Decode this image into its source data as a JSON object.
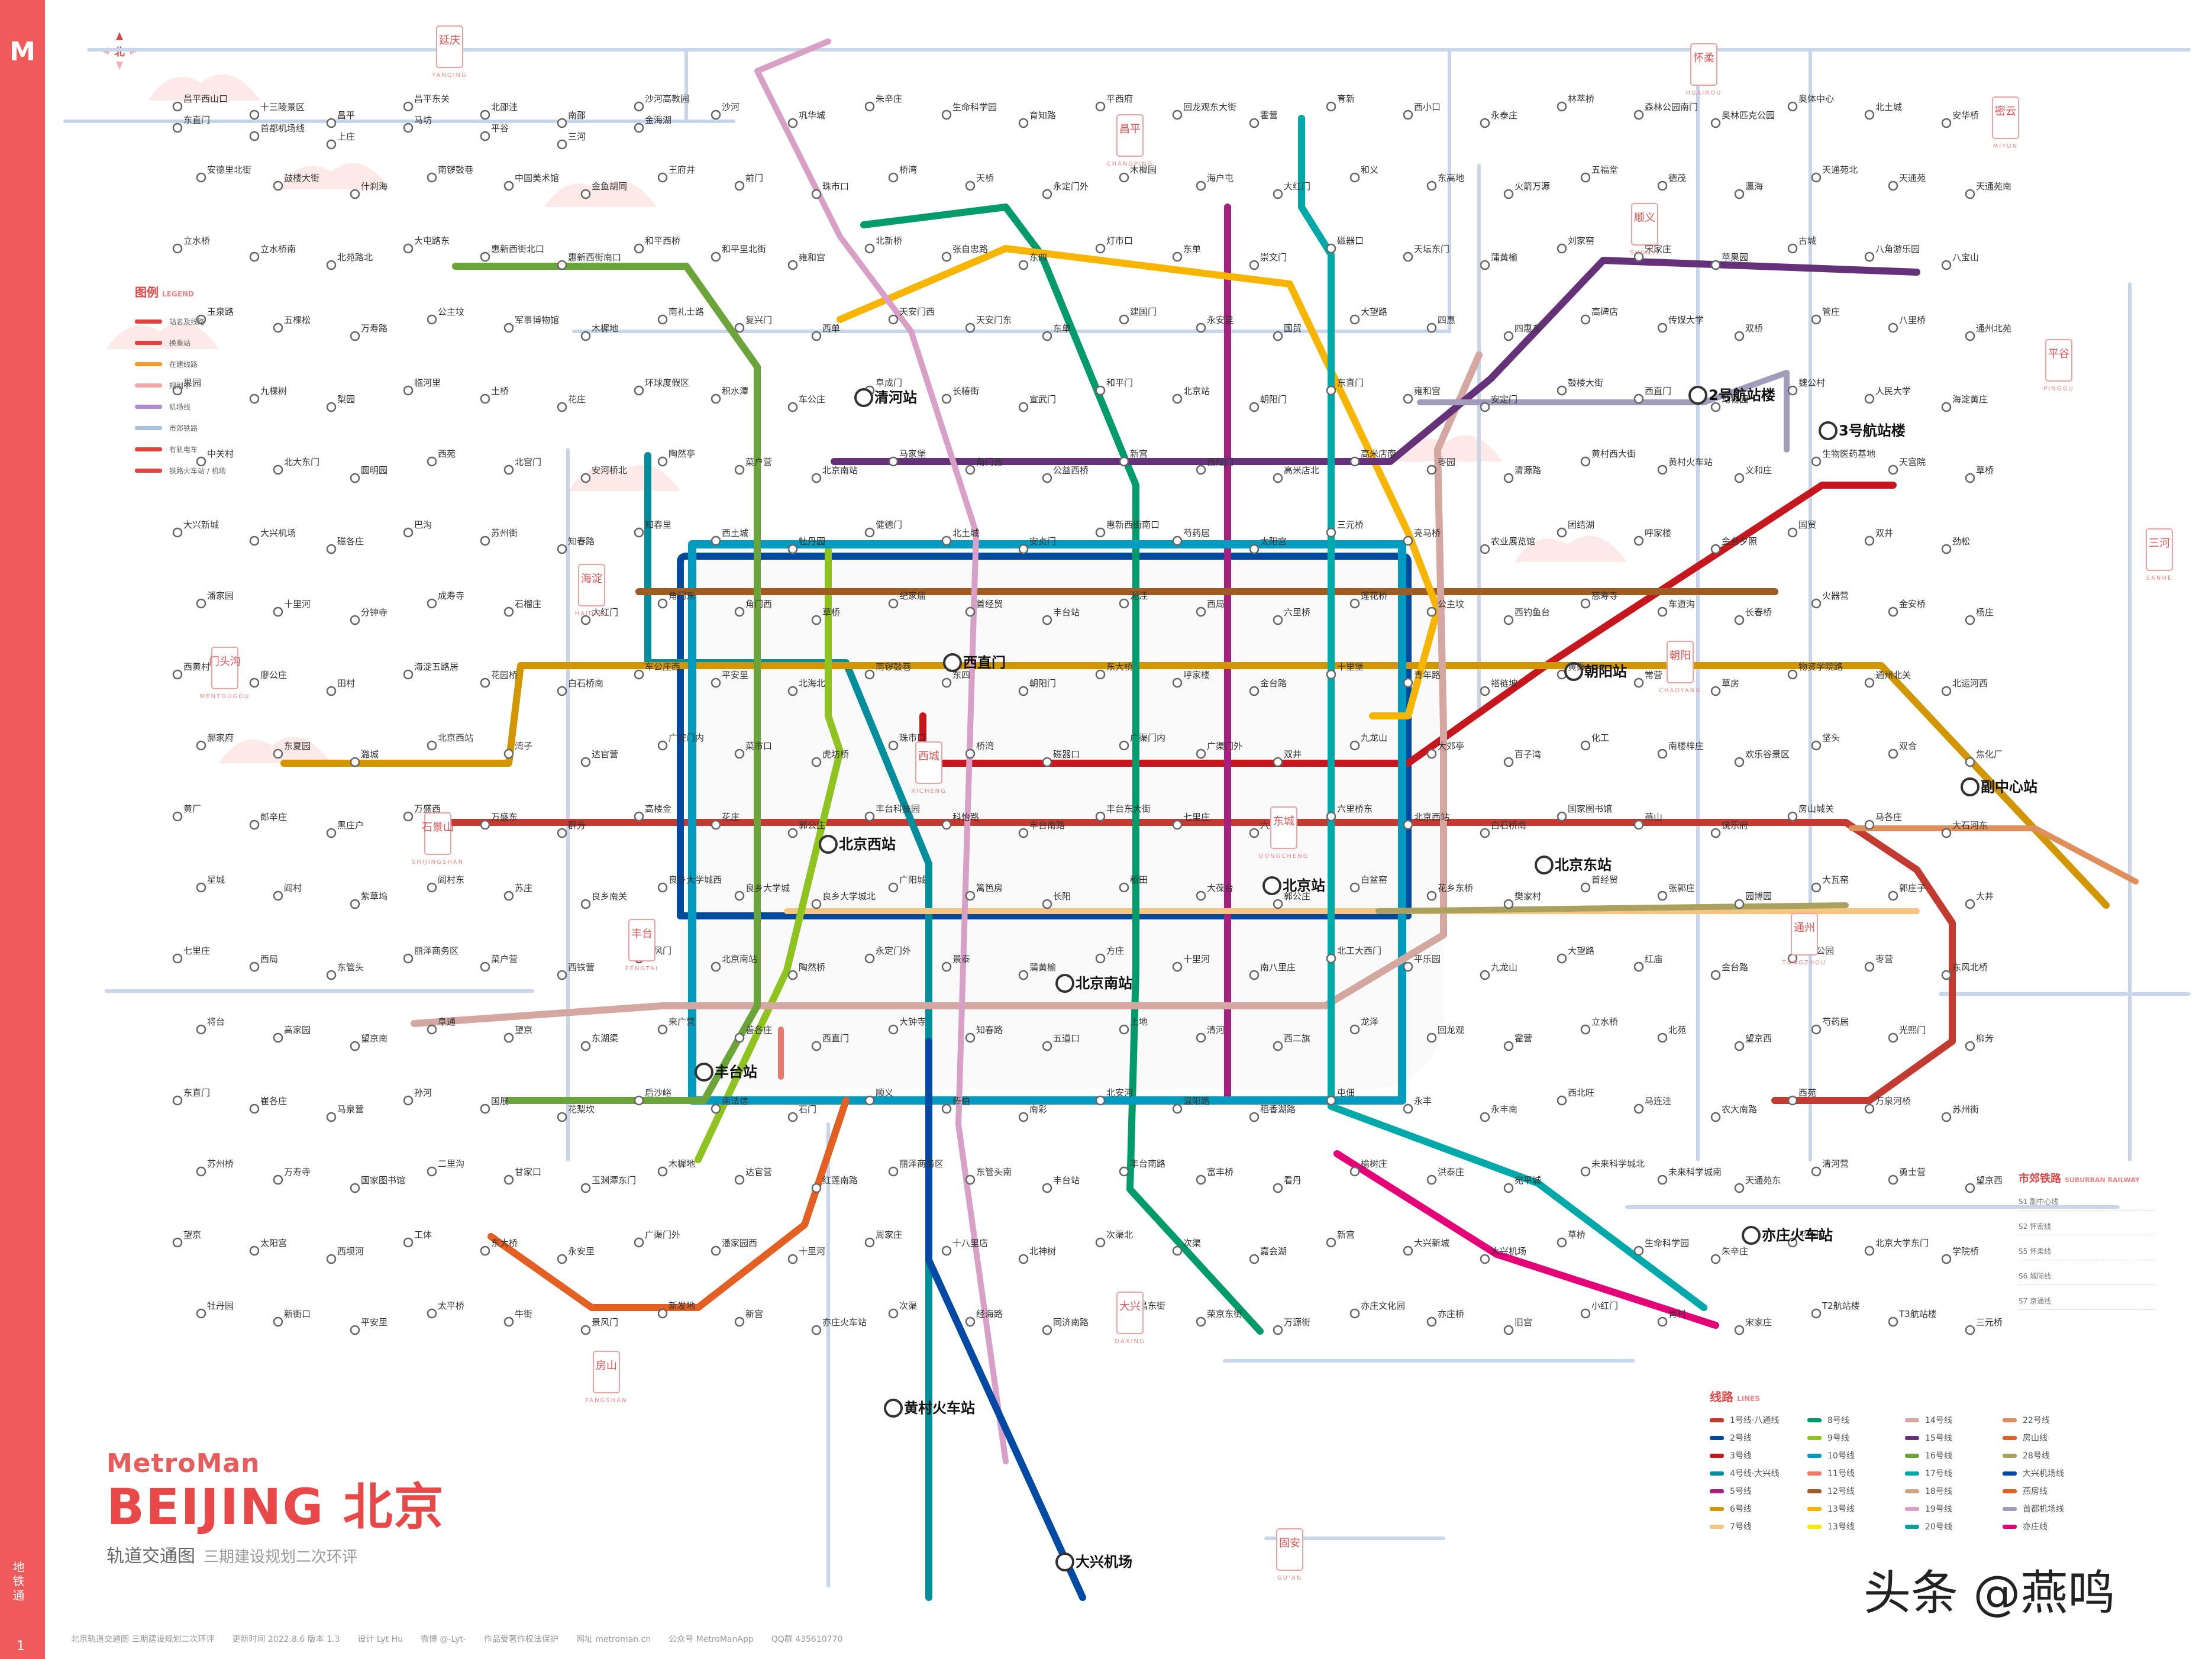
{
  "sidebar": {
    "logo": "M",
    "app_label": "地铁通",
    "page_number": "1"
  },
  "compass": {
    "label": "北"
  },
  "title": {
    "brand": "MetroMan",
    "city": "BEIJING 北京",
    "subtitle": "轨道交通图",
    "subtitle_note": "三期建设规划二次环评"
  },
  "watermark": "头条 @燕鸣",
  "legend_left": {
    "title": "图例",
    "title_en": "LEGEND",
    "items": [
      {
        "label": "站名及线路",
        "color": "#e0443d"
      },
      {
        "label": "换乘站",
        "color": "#e0443d"
      },
      {
        "label": "在建线路",
        "color": "#f29a2e"
      },
      {
        "label": "规划中",
        "color": "#f2a8a8"
      },
      {
        "label": "机场线",
        "color": "#b48ad3"
      },
      {
        "label": "市郊铁路",
        "color": "#a7c0dc"
      },
      {
        "label": "有轨电车",
        "color": "#e0443d"
      },
      {
        "label": "铁路火车站 / 机场",
        "color": "#e0443d"
      }
    ]
  },
  "lines_legend": {
    "title": "线路",
    "title_en": "LINES",
    "items": [
      {
        "label": "1号线·八通线",
        "color": "#c23a30"
      },
      {
        "label": "8号线",
        "color": "#009b6b"
      },
      {
        "label": "14号线",
        "color": "#d5a7a1"
      },
      {
        "label": "22号线",
        "color": "#e08e5a"
      },
      {
        "label": "2号线",
        "color": "#004a9d"
      },
      {
        "label": "9号线",
        "color": "#8fc31f"
      },
      {
        "label": "15号线",
        "color": "#653279"
      },
      {
        "label": "房山线",
        "color": "#e46022"
      },
      {
        "label": "3号线",
        "color": "#c6171e"
      },
      {
        "label": "10号线",
        "color": "#009bc0"
      },
      {
        "label": "16号线",
        "color": "#6ba539"
      },
      {
        "label": "28号线",
        "color": "#aaa15e"
      },
      {
        "label": "4号线·大兴线",
        "color": "#008e9c"
      },
      {
        "label": "11号线",
        "color": "#ed796b"
      },
      {
        "label": "17号线",
        "color": "#00a9a9"
      },
      {
        "label": "大兴机场线",
        "color": "#0049a5"
      },
      {
        "label": "5号线",
        "color": "#a6217f"
      },
      {
        "label": "12号线",
        "color": "#9f5c23"
      },
      {
        "label": "18号线",
        "color": "#d4a37d"
      },
      {
        "label": "燕房线",
        "color": "#e46022"
      },
      {
        "label": "6号线",
        "color": "#d29700"
      },
      {
        "label": "13号线",
        "color": "#f8b500"
      },
      {
        "label": "19号线",
        "color": "#d9a0c7"
      },
      {
        "label": "首都机场线",
        "color": "#a29bbb"
      },
      {
        "label": "7号线",
        "color": "#f6c582"
      },
      {
        "label": "13号线",
        "color": "#f9e700"
      },
      {
        "label": "20号线",
        "color": "#00a0a0"
      },
      {
        "label": "亦庄线",
        "color": "#e40077"
      }
    ]
  },
  "suburban": {
    "title": "市郊铁路",
    "title_en": "SUBURBAN RAILWAY",
    "items": [
      "S1 副中心线",
      "S2 怀密线",
      "S5 怀柔线",
      "S6 城际线",
      "S7 京通线"
    ]
  },
  "footer": {
    "items": [
      "北京轨道交通图 三期建设规划二次环评",
      "更新时间 2022.8.6 版本 1.3",
      "设计 Lyt Hu",
      "微博 @-Lyt-",
      "作品受著作权法保护",
      "网址 metroman.cn",
      "公众号 MetroManApp",
      "QQ群 435610770"
    ]
  },
  "districts": [
    {
      "label": "延庆",
      "en": "YANQING"
    },
    {
      "label": "怀柔",
      "en": "HUAIROU"
    },
    {
      "label": "密云",
      "en": "MIYUN"
    },
    {
      "label": "昌平",
      "en": "CHANGPING"
    },
    {
      "label": "顺义",
      "en": "SHUNYI"
    },
    {
      "label": "平谷",
      "en": "PINGGU"
    },
    {
      "label": "海淀",
      "en": "HAIDIAN"
    },
    {
      "label": "朝阳",
      "en": "CHAOYANG"
    },
    {
      "label": "石景山",
      "en": "SHIJINGSHAN"
    },
    {
      "label": "门头沟",
      "en": "MENTOUGOU"
    },
    {
      "label": "丰台",
      "en": "FENGTAI"
    },
    {
      "label": "通州",
      "en": "TONGZHOU"
    },
    {
      "label": "三河",
      "en": "SANHE"
    },
    {
      "label": "房山",
      "en": "FANGSHAN"
    },
    {
      "label": "大兴",
      "en": "DAXING"
    },
    {
      "label": "固安",
      "en": "GU'AN"
    },
    {
      "label": "西城",
      "en": "XICHENG"
    },
    {
      "label": "东城",
      "en": "DONGCHENG"
    }
  ],
  "big_stations": [
    "清河站",
    "北京西站",
    "北京站",
    "北京南站",
    "丰台站",
    "北京东站",
    "朝阳站",
    "副中心站",
    "大兴机场",
    "2号航站楼",
    "3号航站楼",
    "西直门",
    "亦庄火车站",
    "黄村火车站"
  ],
  "stations": [
    "昌平西山口",
    "十三陵景区",
    "昌平",
    "昌平东关",
    "北邵洼",
    "南邵",
    "沙河高教园",
    "沙河",
    "巩华城",
    "朱辛庄",
    "生命科学园",
    "育知路",
    "平西府",
    "回龙观东大街",
    "霍营",
    "育新",
    "西小口",
    "永泰庄",
    "林萃桥",
    "森林公园南门",
    "奥林匹克公园",
    "奥体中心",
    "北土城",
    "安华桥",
    "安德里北街",
    "鼓楼大街",
    "什刹海",
    "南锣鼓巷",
    "中国美术馆",
    "金鱼胡同",
    "王府井",
    "前门",
    "珠市口",
    "桥湾",
    "天桥",
    "永定门外",
    "木樨园",
    "海户屯",
    "大红门",
    "和义",
    "东高地",
    "火箭万源",
    "五福堂",
    "德茂",
    "瀛海",
    "天通苑北",
    "天通苑",
    "天通苑南",
    "立水桥",
    "立水桥南",
    "北苑路北",
    "大屯路东",
    "惠新西街北口",
    "惠新西街南口",
    "和平西桥",
    "和平里北街",
    "雍和宫",
    "北新桥",
    "张自忠路",
    "东四",
    "灯市口",
    "东单",
    "崇文门",
    "磁器口",
    "天坛东门",
    "蒲黄榆",
    "刘家窑",
    "宋家庄",
    "苹果园",
    "古城",
    "八角游乐园",
    "八宝山",
    "玉泉路",
    "五棵松",
    "万寿路",
    "公主坟",
    "军事博物馆",
    "木樨地",
    "南礼士路",
    "复兴门",
    "西单",
    "天安门西",
    "天安门东",
    "东单",
    "建国门",
    "永安里",
    "国贸",
    "大望路",
    "四惠",
    "四惠东",
    "高碑店",
    "传媒大学",
    "双桥",
    "管庄",
    "八里桥",
    "通州北苑",
    "果园",
    "九棵树",
    "梨园",
    "临河里",
    "土桥",
    "花庄",
    "环球度假区",
    "积水潭",
    "车公庄",
    "阜成门",
    "长椿街",
    "宣武门",
    "和平门",
    "北京站",
    "朝阳门",
    "东直门",
    "雍和宫",
    "安定门",
    "鼓楼大街",
    "西直门",
    "动物园",
    "魏公村",
    "人民大学",
    "海淀黄庄",
    "中关村",
    "北大东门",
    "圆明园",
    "西苑",
    "北宫门",
    "安河桥北",
    "陶然亭",
    "菜户营",
    "北京南站",
    "马家堡",
    "角门西",
    "公益西桥",
    "新宫",
    "西红门",
    "高米店北",
    "高米店南",
    "枣园",
    "清源路",
    "黄村西大街",
    "黄村火车站",
    "义和庄",
    "生物医药基地",
    "天宫院",
    "草桥",
    "大兴新城",
    "大兴机场",
    "磁各庄",
    "巴沟",
    "苏州街",
    "知春路",
    "知春里",
    "西土城",
    "牡丹园",
    "健德门",
    "北土城",
    "安贞门",
    "惠新西街南口",
    "芍药居",
    "太阳宫",
    "三元桥",
    "亮马桥",
    "农业展览馆",
    "团结湖",
    "呼家楼",
    "金台夕照",
    "国贸",
    "双井",
    "劲松",
    "潘家园",
    "十里河",
    "分钟寺",
    "成寿寺",
    "石榴庄",
    "大红门",
    "角门东",
    "角门西",
    "草桥",
    "纪家庙",
    "首经贸",
    "丰台站",
    "泥洼",
    "西局",
    "六里桥",
    "莲花桥",
    "公主坟",
    "西钓鱼台",
    "慈寿寺",
    "车道沟",
    "长春桥",
    "火器营",
    "金安桥",
    "杨庄",
    "西黄村",
    "廖公庄",
    "田村",
    "海淀五路居",
    "花园桥",
    "白石桥南",
    "车公庄西",
    "平安里",
    "北海北",
    "南锣鼓巷",
    "东四",
    "朝阳门",
    "东大桥",
    "呼家楼",
    "金台路",
    "十里堡",
    "青年路",
    "褡裢坡",
    "黄渠",
    "常营",
    "草房",
    "物资学院路",
    "通州北关",
    "北运河西",
    "郝家府",
    "东夏园",
    "潞城",
    "北京西站",
    "湾子",
    "达官营",
    "广安门内",
    "菜市口",
    "虎坊桥",
    "珠市口",
    "桥湾",
    "磁器口",
    "广渠门内",
    "广渠门外",
    "双井",
    "九龙山",
    "大郊亭",
    "百子湾",
    "化工",
    "南楼梓庄",
    "欢乐谷景区",
    "垡头",
    "双合",
    "焦化厂",
    "黄厂",
    "郎辛庄",
    "黑庄户",
    "万盛西",
    "万盛东",
    "群芳",
    "高楼金",
    "花庄",
    "郭公庄",
    "丰台科技园",
    "科怡路",
    "丰台南路",
    "丰台东大街",
    "七里庄",
    "六里桥",
    "六里桥东",
    "北京西站",
    "白石桥南",
    "国家图书馆",
    "燕山",
    "饶乐府",
    "房山城关",
    "马各庄",
    "大石河东",
    "星城",
    "阎村",
    "紫草坞",
    "阎村东",
    "苏庄",
    "良乡南关",
    "良乡大学城西",
    "良乡大学城",
    "良乡大学城北",
    "广阳城",
    "篱笆房",
    "长阳",
    "稻田",
    "大葆台",
    "郭公庄",
    "白盆窑",
    "花乡东桥",
    "樊家村",
    "首经贸",
    "张郭庄",
    "园博园",
    "大瓦窑",
    "郭庄子",
    "大井",
    "七里庄",
    "西局",
    "东管头",
    "丽泽商务区",
    "菜户营",
    "西铁营",
    "景风门",
    "北京南站",
    "陶然桥",
    "永定门外",
    "景泰",
    "蒲黄榆",
    "方庄",
    "十里河",
    "南八里庄",
    "北工大西门",
    "平乐园",
    "九龙山",
    "大望路",
    "红庙",
    "金台路",
    "朝阳公园",
    "枣营",
    "东风北桥",
    "将台",
    "高家园",
    "望京南",
    "阜通",
    "望京",
    "东湖渠",
    "来广营",
    "善各庄",
    "西直门",
    "大钟寺",
    "知春路",
    "五道口",
    "上地",
    "清河",
    "西二旗",
    "龙泽",
    "回龙观",
    "霍营",
    "立水桥",
    "北苑",
    "望京西",
    "芍药居",
    "光熙门",
    "柳芳",
    "东直门",
    "崔各庄",
    "马泉营",
    "孙河",
    "国展",
    "花梨坎",
    "后沙峪",
    "南法信",
    "石门",
    "顺义",
    "俸伯",
    "南彩",
    "北安河",
    "温阳路",
    "稻香湖路",
    "屯佃",
    "永丰",
    "永丰南",
    "西北旺",
    "马连洼",
    "农大南路",
    "西苑",
    "万泉河桥",
    "苏州街",
    "苏州桥",
    "万寿寺",
    "国家图书馆",
    "二里沟",
    "甘家口",
    "玉渊潭东门",
    "木樨地",
    "达官营",
    "红莲南路",
    "丽泽商务区",
    "东管头南",
    "丰台站",
    "丰台南路",
    "富丰桥",
    "看丹",
    "榆树庄",
    "洪泰庄",
    "宛平城",
    "未来科学城北",
    "未来科学城南",
    "天通苑东",
    "清河营",
    "勇士营",
    "望京西",
    "望京",
    "太阳宫",
    "西坝河",
    "工体",
    "东大桥",
    "永安里",
    "广渠门外",
    "潘家园西",
    "十里河",
    "周家庄",
    "十八里店",
    "北神树",
    "次渠北",
    "次渠",
    "嘉会湖",
    "新宫",
    "大兴新城",
    "大兴机场",
    "草桥",
    "生命科学园",
    "朱辛庄",
    "平西府",
    "北京大学东门",
    "学院桥",
    "牡丹园",
    "新街口",
    "平安里",
    "太平桥",
    "牛街",
    "景风门",
    "新发地",
    "新宫",
    "亦庄火车站",
    "次渠",
    "经海路",
    "同济南路",
    "荣昌东街",
    "荣京东街",
    "万源街",
    "亦庄文化园",
    "亦庄桥",
    "旧宫",
    "小红门",
    "肖村",
    "宋家庄",
    "T2航站楼",
    "T3航站楼",
    "三元桥",
    "东直门",
    "首都机场线",
    "上庄",
    "马坊",
    "平谷",
    "三河",
    "金海湖"
  ]
}
